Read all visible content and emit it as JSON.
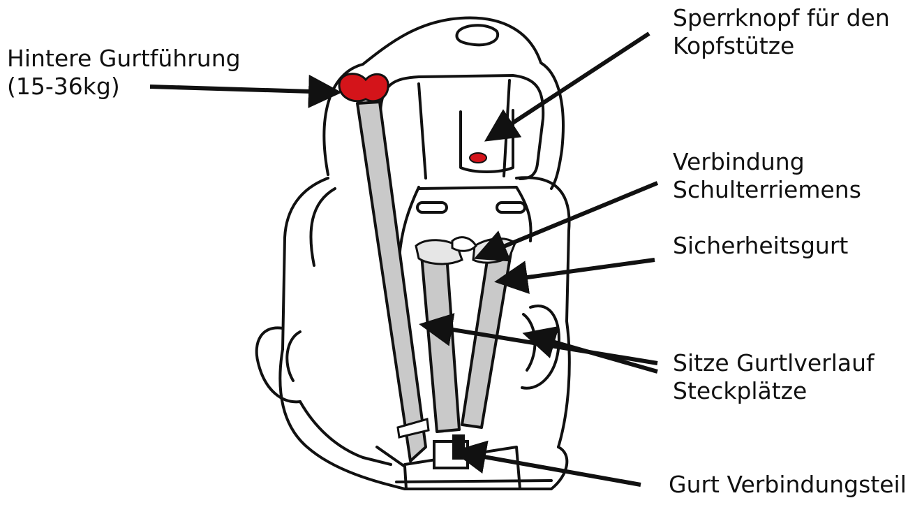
{
  "callouts": {
    "rear_belt_guide": {
      "line1": "Hintere Gurtführung",
      "line2": "(15-36kg)"
    },
    "headrest_lock": {
      "line1": "Sperrknopf für den",
      "line2": "Kopfstütze"
    },
    "shoulder_strap_connection": {
      "line1": "Verbindung",
      "line2": "Schulterriemens"
    },
    "safety_belt": {
      "line1": "Sicherheitsgurt"
    },
    "belt_routing_slots": {
      "line1": "Sitze Gurtlverlauf",
      "line2": "Steckplätze"
    },
    "belt_buckle": {
      "line1": "Gurt Verbindungsteil"
    }
  },
  "colors": {
    "outline": "#111111",
    "strap_fill": "#c9c9c9",
    "highlight_red": "#d4141a",
    "arrow": "#111111"
  }
}
